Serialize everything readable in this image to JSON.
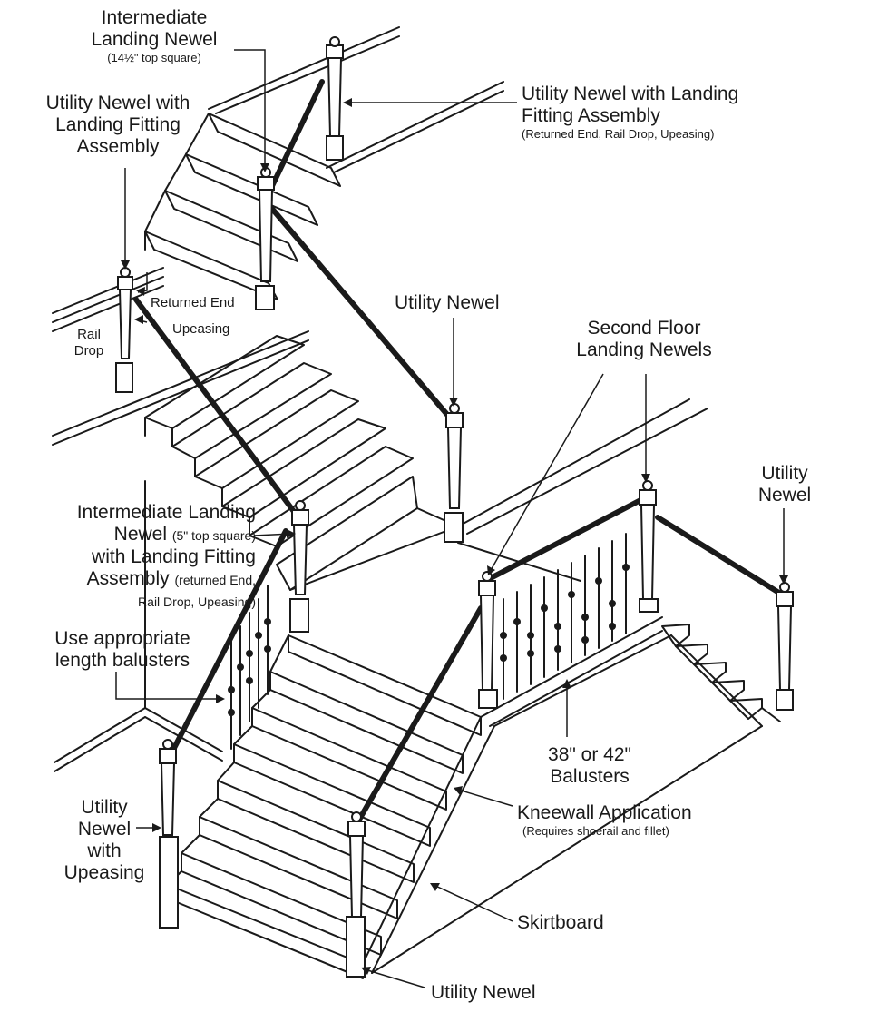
{
  "labels": {
    "int_landing_newel_top": {
      "line1": "Intermediate",
      "line2": "Landing Newel",
      "sub": "(14½\" top square)"
    },
    "utility_newel_fitting_left": {
      "line1": "Utility Newel with",
      "line2": "Landing Fitting",
      "line3": "Assembly"
    },
    "utility_newel_fitting_right": {
      "line1": "Utility Newel with Landing",
      "line2": "Fitting Assembly",
      "sub": "(Returned End, Rail Drop, Upeasing)"
    },
    "returned_end": "Returned End",
    "upeasing": "Upeasing",
    "rail_drop": {
      "line1": "Rail",
      "line2": "Drop"
    },
    "utility_newel_mid": "Utility Newel",
    "second_floor": {
      "line1": "Second Floor",
      "line2": "Landing Newels"
    },
    "utility_newel_right": {
      "line1": "Utility",
      "line2": "Newel"
    },
    "int_landing_newel_5": {
      "line1": "Intermediate Landing",
      "line2a": "Newel",
      "line2b": "(5\" top square)",
      "line3": "with Landing Fitting",
      "line4a": "Assembly",
      "line4b": "(returned End,",
      "line5": "Rail Drop, Upeasing)"
    },
    "balusters_length": {
      "line1": "Use appropriate",
      "line2": "length balusters"
    },
    "balusters_38_42": {
      "line1": "38\" or 42\"",
      "line2": "Balusters"
    },
    "kneewall": {
      "line1": "Kneewall Application",
      "sub": "(Requires shoerail and fillet)"
    },
    "skirtboard": "Skirtboard",
    "utility_newel_upeasing": {
      "line1": "Utility",
      "line2": "Newel",
      "line3": "with",
      "line4": "Upeasing"
    },
    "utility_newel_bottom": "Utility Newel"
  },
  "colors": {
    "ink": "#1a1a1a",
    "paper": "#ffffff"
  }
}
